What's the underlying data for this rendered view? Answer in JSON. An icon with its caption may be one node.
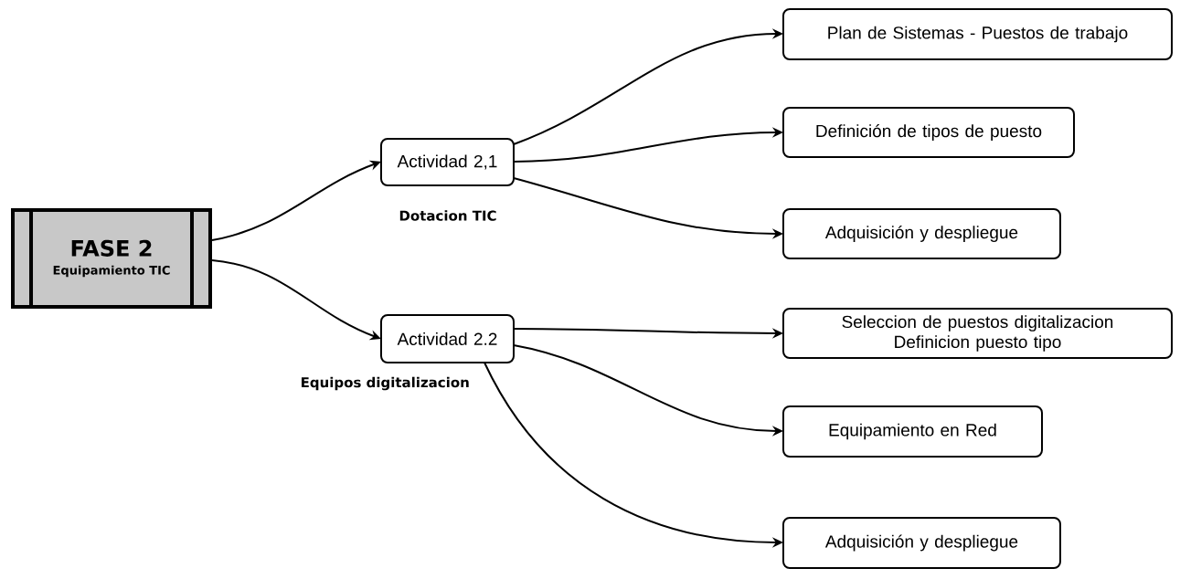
{
  "diagram": {
    "nodes": [
      {
        "text": [
          "FASE 2",
          "Equipamiento TIC"
        ]
      },
      {
        "text": [
          "Actividad 2,1"
        ],
        "beside": [
          "Dotacion TIC"
        ]
      },
      {
        "text": [
          "Actividad 2.2"
        ],
        "beside": [
          "Equipos digitalizacion"
        ]
      },
      {
        "text": [
          "Plan de Sistemas - Puestos de trabajo"
        ]
      },
      {
        "text": [
          "Definición de tipos de puesto"
        ]
      },
      {
        "text": [
          "Adquisición y despliegue"
        ]
      },
      {
        "text": [
          "Seleccion de puestos digitalizacion Definicion puesto tipo"
        ]
      },
      {
        "text": [
          "Equipamiento en Red"
        ]
      },
      {
        "text": [
          "Adquisición y despliegue"
        ]
      }
    ],
    "edges": [
      {
        "from": 0,
        "to": 1,
        "arrow": "to"
      },
      {
        "from": 0,
        "to": 2,
        "arrow": "to"
      },
      {
        "from": 1,
        "to": 3,
        "arrow": "to"
      },
      {
        "from": 1,
        "to": 4,
        "arrow": "to"
      },
      {
        "from": 1,
        "to": 5,
        "arrow": "to"
      },
      {
        "from": 2,
        "to": 6,
        "arrow": "to"
      },
      {
        "from": 2,
        "to": 7,
        "arrow": "to"
      },
      {
        "from": 2,
        "to": 8,
        "arrow": "to"
      }
    ]
  }
}
